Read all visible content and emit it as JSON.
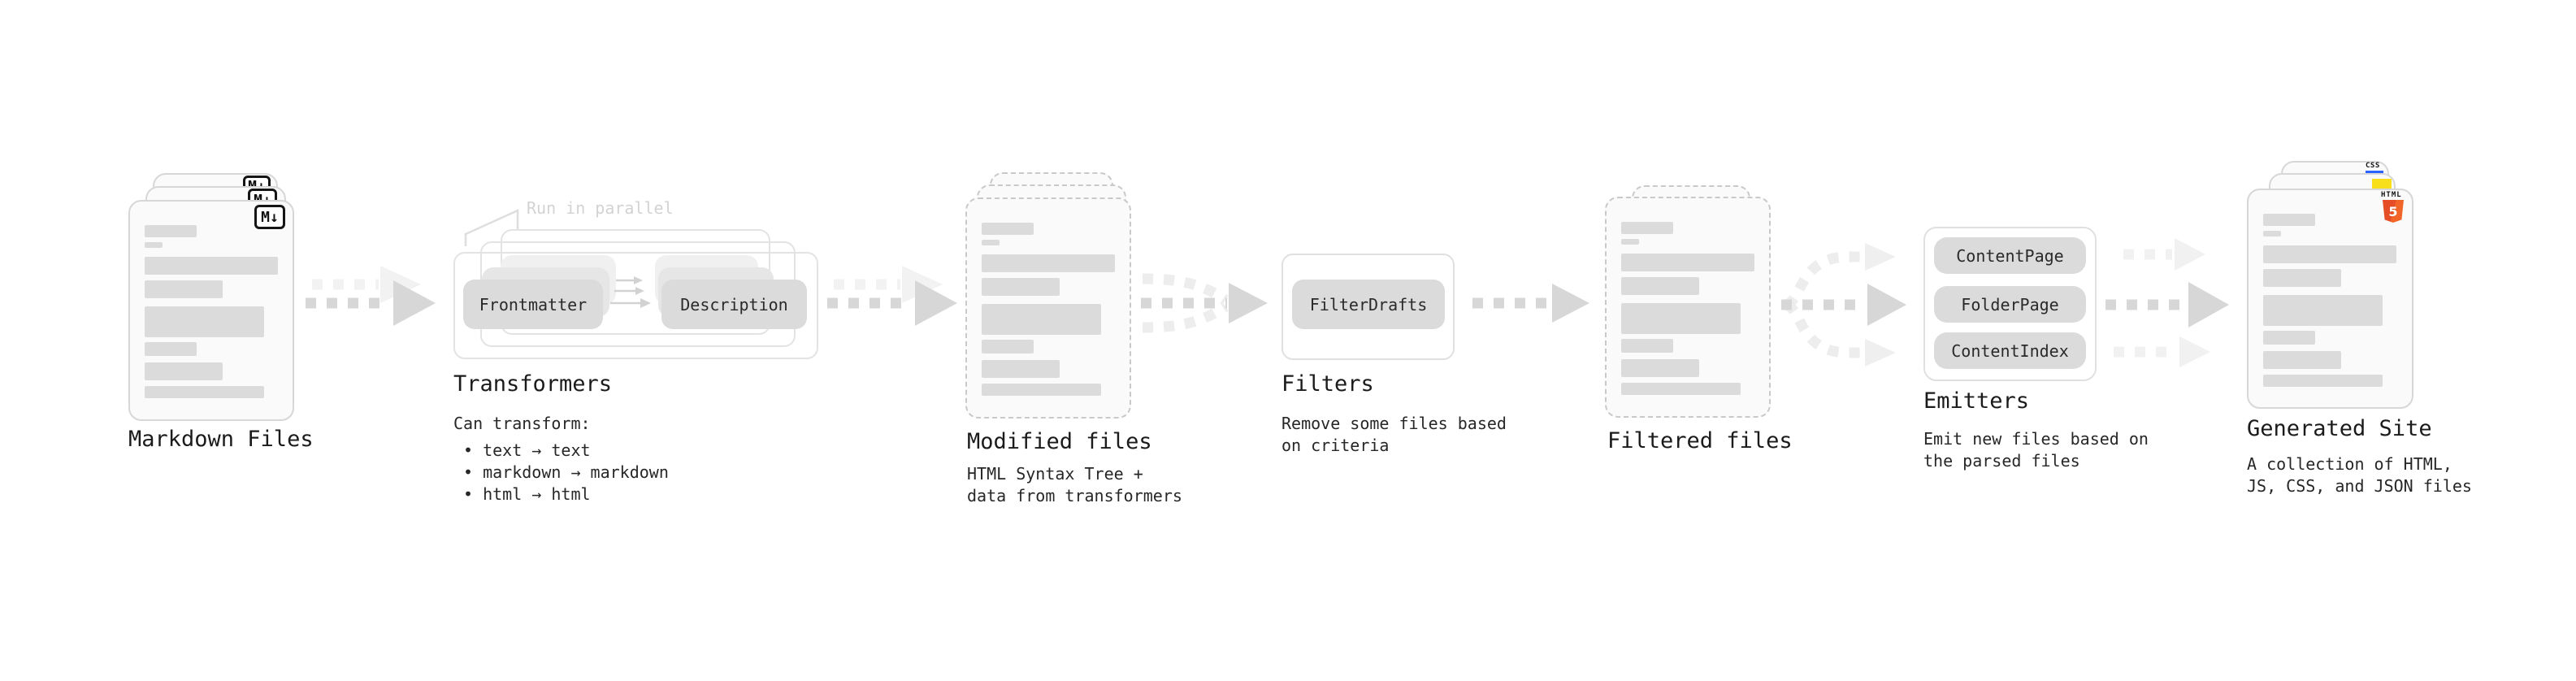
{
  "stages": {
    "markdown_files": {
      "label": "Markdown Files",
      "badge": "M↓"
    },
    "transformers": {
      "label": "Transformers",
      "annotation": "Run in parallel",
      "chip_left": "Frontmatter",
      "chip_right": "Description",
      "desc_title": "Can transform:",
      "bullets": [
        "• text → text",
        "• markdown → markdown",
        "• html → html"
      ]
    },
    "modified_files": {
      "label": "Modified files",
      "desc_line1": "HTML Syntax Tree +",
      "desc_line2": "data from transformers"
    },
    "filters": {
      "label": "Filters",
      "chip": "FilterDrafts",
      "desc_line1": "Remove some files based",
      "desc_line2": "on criteria"
    },
    "filtered_files": {
      "label": "Filtered files"
    },
    "emitters": {
      "label": "Emitters",
      "chips": [
        "ContentPage",
        "FolderPage",
        "ContentIndex"
      ],
      "desc_line1": "Emit new files based on",
      "desc_line2": "the parsed files"
    },
    "generated_site": {
      "label": "Generated Site",
      "desc_line1": "A collection of HTML,",
      "desc_line2": "JS, CSS, and JSON files",
      "badge_css": "CSS",
      "badge_html": "HTML",
      "badge_html_number": "5"
    }
  },
  "colors": {
    "html5_orange": "#e44d26",
    "js_yellow": "#f8df1c",
    "css_blue": "#2962ff",
    "arrow_main": "#d7d7d7",
    "arrow_ghost": "#f1f1f1"
  }
}
